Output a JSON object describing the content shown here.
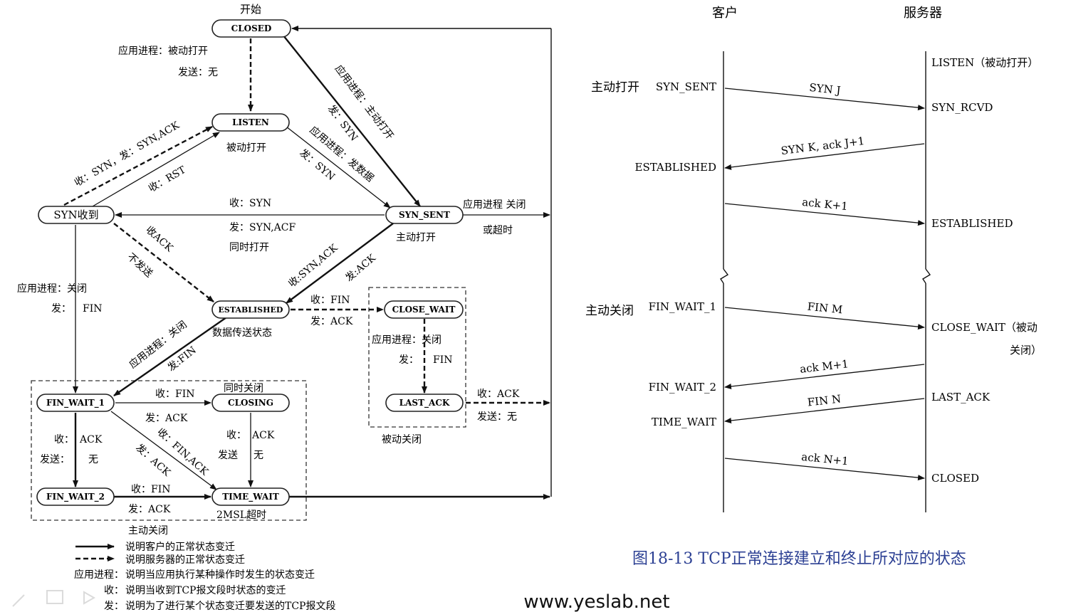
{
  "state_diagram": {
    "start_label": "开始",
    "states": {
      "closed": "CLOSED",
      "listen": "LISTEN",
      "syn_rcvd": "SYN收到",
      "syn_sent": "SYN_SENT",
      "established": "ESTABLISHED",
      "close_wait": "CLOSE_WAIT",
      "last_ack": "LAST_ACK",
      "fin_wait_1": "FIN_WAIT_1",
      "closing": "CLOSING",
      "fin_wait_2": "FIN_WAIT_2",
      "time_wait": "TIME_WAIT"
    },
    "labels": {
      "passive_open_app": "应用进程：被动打开",
      "passive_open_send": "发送：无",
      "passive_open": "被动打开",
      "active_open_app": "应用进程：主动打开",
      "active_open_send": "发：SYN",
      "send_data_app": "应用进程：发数据",
      "send_data_send": "发：SYN",
      "recv_syn_send_synack": "收：SYN，发：SYN,ACK",
      "recv_rst": "收：RST",
      "recv_syn": "收：SYN",
      "send_syn_ack": "发：SYN,ACF",
      "simultaneous_open": "同时打开",
      "app_close": "应用进程 关闭",
      "or_timeout": "或超时",
      "active_open": "主动打开",
      "recv_ack": "收ACK",
      "no_send": "不发送",
      "recv_syn_ack": "收:SYN,ACK",
      "send_ack_diag": "发:ACK",
      "app_close_left": "应用进程：关闭",
      "send_fin_left": "发：",
      "fin_left": "FIN",
      "recv_fin": "收：FIN",
      "send_ack": "发：ACK",
      "data_transfer": "数据传送状态",
      "app_close_est": "应用进程：关闭",
      "send_fin_est": "发:FIN",
      "app_close_cw": "应用进程：关闭",
      "send_fin_cw_a": "发：",
      "send_fin_cw_b": "FIN",
      "recv_ack_la": "收：ACK",
      "send_none_la": "发送：无",
      "passive_close": "被动关闭",
      "recv_fin_fw1": "收：FIN",
      "send_ack_fw1": "发：ACK",
      "simultaneous_close": "同时关闭",
      "recv_fin_ack": "收：FIN,ACK",
      "send_ack_fw1_tw": "发：ACK",
      "recv_ack_fw1_a": "收：",
      "recv_ack_fw1_b": "ACK",
      "send_none_fw1_a": "发送：",
      "send_none_fw1_b": "无",
      "recv_ack_cl_a": "收：",
      "recv_ack_cl_b": "ACK",
      "send_none_cl_a": "发送",
      "send_none_cl_b": "无",
      "recv_fin_fw2": "收：FIN",
      "send_ack_fw2": "发：ACK",
      "msl": "2MSL超时",
      "active_close": "主动关闭"
    },
    "legend": [
      {
        "key": "",
        "text": "说明客户的正常状态变迁"
      },
      {
        "key": "",
        "text": "说明服务器的正常状态变迁"
      },
      {
        "key": "应用进程：",
        "text": "说明当应用执行某种操作时发生的状态变迁"
      },
      {
        "key": "收：",
        "text": "说明当收到TCP报文段时状态的变迁"
      },
      {
        "key": "发：",
        "text": "说明为了进行某个状态变迁要发送的TCP报文段"
      }
    ]
  },
  "sequence_diagram": {
    "client_header": "客户",
    "server_header": "服务器",
    "server_states": {
      "listen": "LISTEN（被动打开）",
      "syn_rcvd": "SYN_RCVD",
      "established": "ESTABLISHED",
      "close_wait": "CLOSE_WAIT（被动",
      "close_wait_2": "关闭）",
      "last_ack": "LAST_ACK",
      "closed": "CLOSED"
    },
    "client_states": {
      "active_open": "主动打开",
      "syn_sent": "SYN_SENT",
      "established": "ESTABLISHED",
      "active_close": "主动关闭",
      "fin_wait_1": "FIN_WAIT_1",
      "fin_wait_2": "FIN_WAIT_2",
      "time_wait": "TIME_WAIT"
    },
    "messages": [
      "SYN J",
      "SYN K, ack J+1",
      "ack K+1",
      "FIN M",
      "ack M+1",
      "FIN N",
      "ack N+1"
    ],
    "caption": "图18-13   TCP正常连接建立和终止所对应的状态"
  },
  "footer": {
    "website": "www.yeslab.net"
  }
}
